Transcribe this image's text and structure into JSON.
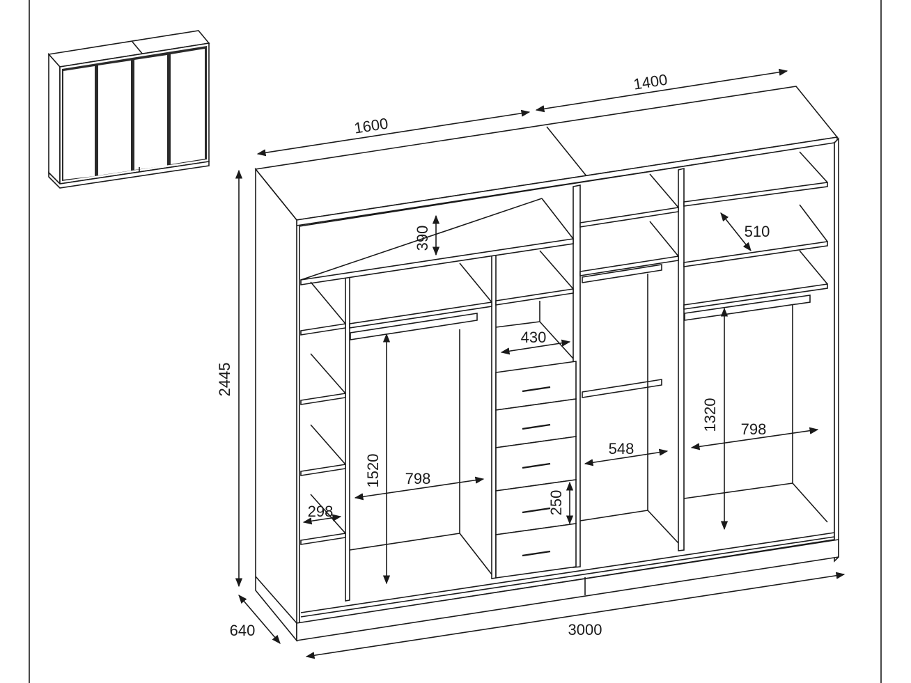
{
  "dimensions": {
    "top_left_width": "1600",
    "top_right_width": "1400",
    "total_height": "2445",
    "total_width": "3000",
    "depth": "640",
    "top_shelf_height": "390",
    "hanging_left_height": "1520",
    "hanging_left_width": "798",
    "small_shelf_width": "298",
    "drawer_column_width": "430",
    "drawer_height": "250",
    "middle_hanging_width": "548",
    "right_hanging_height": "1320",
    "right_hanging_width": "798",
    "right_shelf_depth": "510"
  },
  "colors": {
    "line": "#1a1a1a",
    "background": "#ffffff"
  }
}
